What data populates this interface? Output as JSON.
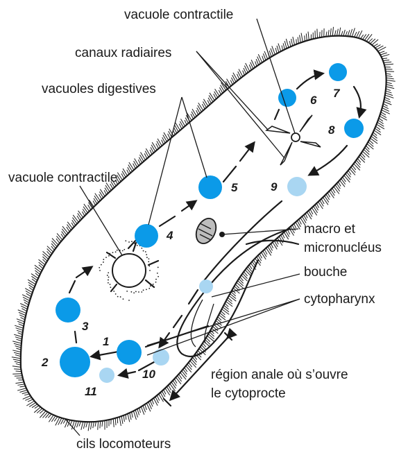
{
  "labels": {
    "vacuole_contractile_top": "vacuole contractile",
    "canaux_radiaires": "canaux radiaires",
    "vacuoles_digestives": "vacuoles digestives",
    "vacuole_contractile_left": "vacuole contractile",
    "macro_line1": "macro et",
    "macro_line2": "micronucléus",
    "bouche": "bouche",
    "cytopharynx": "cytopharynx",
    "anal_line1": "région anale où s’ouvre",
    "anal_line2": "le cytoprocte",
    "cils": "cils locomoteurs"
  },
  "vacuole_sequence": [
    {
      "number": "1"
    },
    {
      "number": "2"
    },
    {
      "number": "3"
    },
    {
      "number": "4"
    },
    {
      "number": "5"
    },
    {
      "number": "6"
    },
    {
      "number": "7"
    },
    {
      "number": "8"
    },
    {
      "number": "9"
    },
    {
      "number": "10"
    },
    {
      "number": "11"
    }
  ],
  "colors": {
    "vacuole_dark": "#0b9ae8",
    "vacuole_light": "#a9d6f2",
    "ink": "#1a1a1a",
    "nucleus_fill": "#bdbdbd"
  }
}
